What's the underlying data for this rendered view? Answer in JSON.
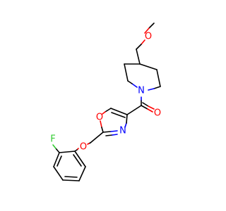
{
  "colors": {
    "background": "#ffffff",
    "bond": "#000000",
    "oxygen": "#ff0000",
    "nitrogen": "#0000ff",
    "fluorine": "#33cc33"
  },
  "atoms": {
    "methoxy_o": "O",
    "piperidine_n": "N",
    "carbonyl_o": "O",
    "oxazole_o": "O",
    "oxazole_n": "N",
    "ether_o": "O",
    "fluorine": "F"
  }
}
